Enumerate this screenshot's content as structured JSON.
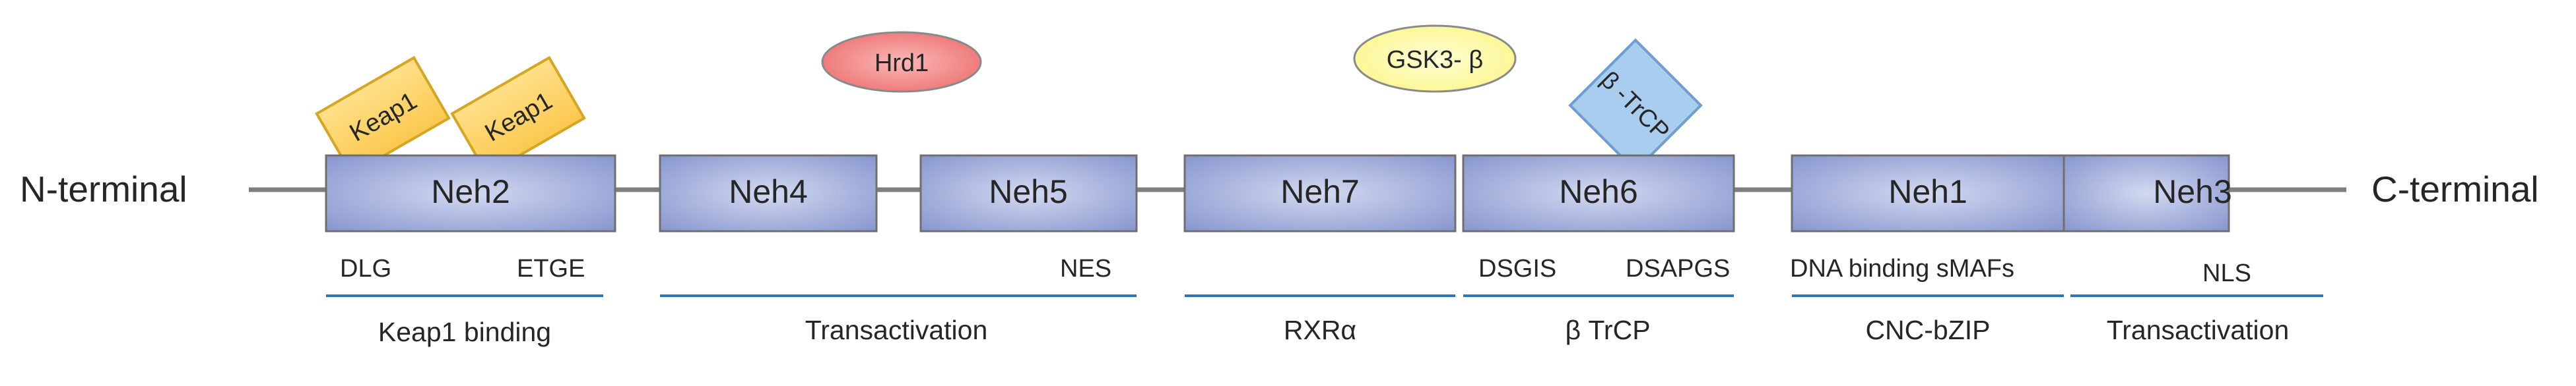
{
  "termini": {
    "n": "N-terminal",
    "c": "C-terminal"
  },
  "domains": [
    {
      "id": "neh2",
      "label": "Neh2"
    },
    {
      "id": "neh4",
      "label": "Neh4"
    },
    {
      "id": "neh5",
      "label": "Neh5"
    },
    {
      "id": "neh7",
      "label": "Neh7"
    },
    {
      "id": "neh6",
      "label": "Neh6"
    },
    {
      "id": "neh1",
      "label": "Neh1"
    },
    {
      "id": "neh3",
      "label": "Neh3"
    }
  ],
  "motifs": {
    "dlg": "DLG",
    "etge": "ETGE",
    "nes": "NES",
    "dsgis": "DSGIS",
    "dsapgs": "DSAPGS",
    "dna_binding": "DNA binding sMAFs",
    "nls": "NLS"
  },
  "functions": {
    "keap1_binding": "Keap1 binding",
    "transactivation_a": "Transactivation",
    "rxra": "RXRα",
    "btrcp": "β TrCP",
    "cnc_bzip": "CNC-bZIP",
    "transactivation_b": "Transactivation"
  },
  "binders": {
    "keap1_a": "Keap1",
    "keap1_b": "Keap1",
    "hrd1": "Hrd1",
    "gsk3b": "GSK3- β",
    "btrcp": "β -TrCP"
  },
  "colors": {
    "domain_fill_center": "#c5cde9",
    "domain_fill_edge": "#8b9ad2",
    "domain_stroke": "#6f6f6f",
    "backbone": "#7f7f7f",
    "underline": "#2e75b6",
    "keap1_fill": "#fdd46b",
    "keap1_stroke": "#d6a521",
    "hrd1_fill": "#f28a8a",
    "gsk3_fill": "#ffff9f",
    "btrcp_fill": "#a9cdee",
    "btrcp_stroke": "#6f9fd0",
    "text": "#262626"
  }
}
